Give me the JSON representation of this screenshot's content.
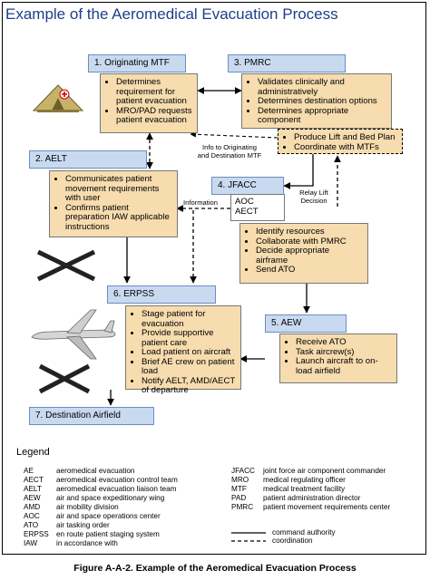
{
  "title": "Example of the Aeromedical Evacuation Process",
  "nodes": {
    "mtf": {
      "header": "1.  Originating MTF",
      "items": [
        "Determines requirement for patient evacuation",
        "MRO/PAD requests patient evacuation"
      ]
    },
    "pmrc": {
      "header": "3.  PMRC",
      "items": [
        "Validates clinically and administratively",
        "Determines destination options",
        "Determines appropriate component"
      ],
      "items2": [
        "Produce Lift and Bed Plan",
        "Coordinate with MTFs"
      ]
    },
    "aelt": {
      "header": "2.  AELT",
      "items": [
        "Communicates patient movement requirements with user",
        "Confirms patient preparation IAW applicable instructions"
      ]
    },
    "jfacc": {
      "header": "4.  JFACC",
      "sub1": "AOC",
      "sub2": "AECT",
      "items": [
        "Identify resources",
        "Collaborate with PMRC",
        "Decide appropriate airframe",
        "Send ATO"
      ]
    },
    "erpss": {
      "header": "6.  ERPSS",
      "items": [
        "Stage patient for evacuation",
        "Provide supportive patient care",
        "Load patient on aircraft",
        "Brief AE crew on patient load",
        "Notify AELT, AMD/AECT of departure"
      ]
    },
    "aew": {
      "header": "5.  AEW",
      "items": [
        "Receive ATO",
        "Task aircrew(s)",
        "Launch aircraft to on-load airfield"
      ]
    },
    "dest": {
      "header": "7.  Destination Airfield"
    }
  },
  "edge_labels": {
    "info_orig": "Info to Originating\nand Destination MTF",
    "information": "Information",
    "relay": "Relay Lift\nDecision"
  },
  "legend": {
    "title": "Legend",
    "left": [
      {
        "abbr": "AE",
        "text": "aeromedical evacuation"
      },
      {
        "abbr": "AECT",
        "text": "aeromedical evacuation control team"
      },
      {
        "abbr": "AELT",
        "text": "aeromedical evacuation liaison team"
      },
      {
        "abbr": "AEW",
        "text": "air and space expeditionary wing"
      },
      {
        "abbr": "AMD",
        "text": "air mobility division"
      },
      {
        "abbr": "AOC",
        "text": "air and space operations center"
      },
      {
        "abbr": "ATO",
        "text": "air tasking order"
      },
      {
        "abbr": "ERPSS",
        "text": "en route patient staging system"
      },
      {
        "abbr": "IAW",
        "text": "in accordance with"
      }
    ],
    "right": [
      {
        "abbr": "JFACC",
        "text": "joint force air component commander"
      },
      {
        "abbr": "MRO",
        "text": "medical regulating officer"
      },
      {
        "abbr": "MTF",
        "text": "medical treatment facility"
      },
      {
        "abbr": "PAD",
        "text": "patient administration director"
      },
      {
        "abbr": "PMRC",
        "text": "patient movement requirements center"
      }
    ],
    "command": "command authority",
    "coordination": "coordination"
  },
  "caption": "Figure A-A-2.  Example of the Aeromedical Evacuation Process"
}
